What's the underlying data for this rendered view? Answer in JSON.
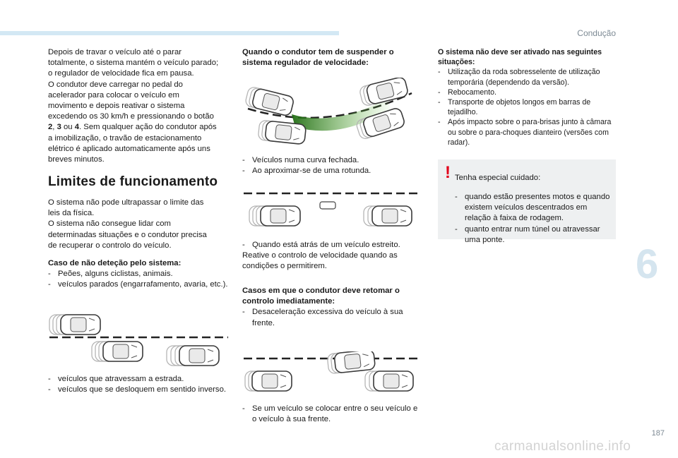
{
  "header": {
    "section": "Condução",
    "chapter_number": "6",
    "page_number": "187"
  },
  "col1": {
    "intro": [
      "Depois de travar o veículo até o parar",
      "totalmente, o sistema mantém o veículo parado;",
      "o regulador de velocidade fica em pausa.",
      "O condutor deve carregar no pedal do",
      "acelerador para colocar o veículo em",
      "movimento e depois reativar o sistema",
      "excedendo os 30 km/h e pressionando o botão",
      "2, 3 ou 4. Sem qualquer ação do condutor após",
      "a imobilização, o travão de estacionamento",
      "elétrico é aplicado automaticamente após uns",
      "breves minutos."
    ],
    "heading": "Limites de funcionamento",
    "limits": [
      "O sistema não pode ultrapassar o limite das",
      "leis da física.",
      "O sistema não consegue lidar com",
      "determinadas situações e o condutor precisa",
      "de recuperar o controlo do veículo."
    ],
    "non_detection_title": "Caso de não deteção pelo sistema:",
    "non_detection_items": [
      "Peões, alguns ciclistas, animais.",
      "veículos parados (engarrafamento, avaria, etc.)."
    ],
    "cross_items": [
      "veículos que atravessam a estrada.",
      "veículos que se desloquem em sentido inverso."
    ]
  },
  "col2": {
    "suspend_title": "Quando o condutor tem de suspender o sistema regulador de velocidade:",
    "curve_items": [
      "Veículos numa curva fechada.",
      "Ao aproximar-se de uma rotunda."
    ],
    "narrow_item": "Quando está atrás de um veículo estreito.",
    "reactivate": "Reative o controlo de velocidade quando as condições o permitirem.",
    "retake_title": "Casos em que o condutor deve retomar o controlo imediatamente:",
    "retake_items": [
      "Desaceleração excessiva do veículo à sua frente."
    ],
    "cut_in_item": "Se um veículo se colocar entre o seu veículo e o veículo à sua frente."
  },
  "col3": {
    "not_activate_title": "O sistema não deve ser ativado nas seguintes situações:",
    "not_activate_items": [
      "Utilização da roda sobresselente de utilização temporária (dependendo da versão).",
      "Rebocamento.",
      "Transporte de objetos longos em barras de tejadilho.",
      "Após impacto sobre o para-brisas junto à câmara ou sobre o para-choques dianteiro (versões com radar)."
    ],
    "warning": {
      "intro": "Tenha especial cuidado:",
      "items": [
        "quando estão presentes motos e quando existem veículos descentrados em relação à faixa de rodagem.",
        "quanto entrar num túnel ou atravessar uma ponte."
      ]
    }
  },
  "dash_symbol": "-",
  "watermark": "carmanualsonline.info",
  "colors": {
    "topbar": "#d3e8f4",
    "warning_bang": "#e2001a",
    "note_bg": "#eef0f1",
    "beam": "#2e7d1e"
  }
}
